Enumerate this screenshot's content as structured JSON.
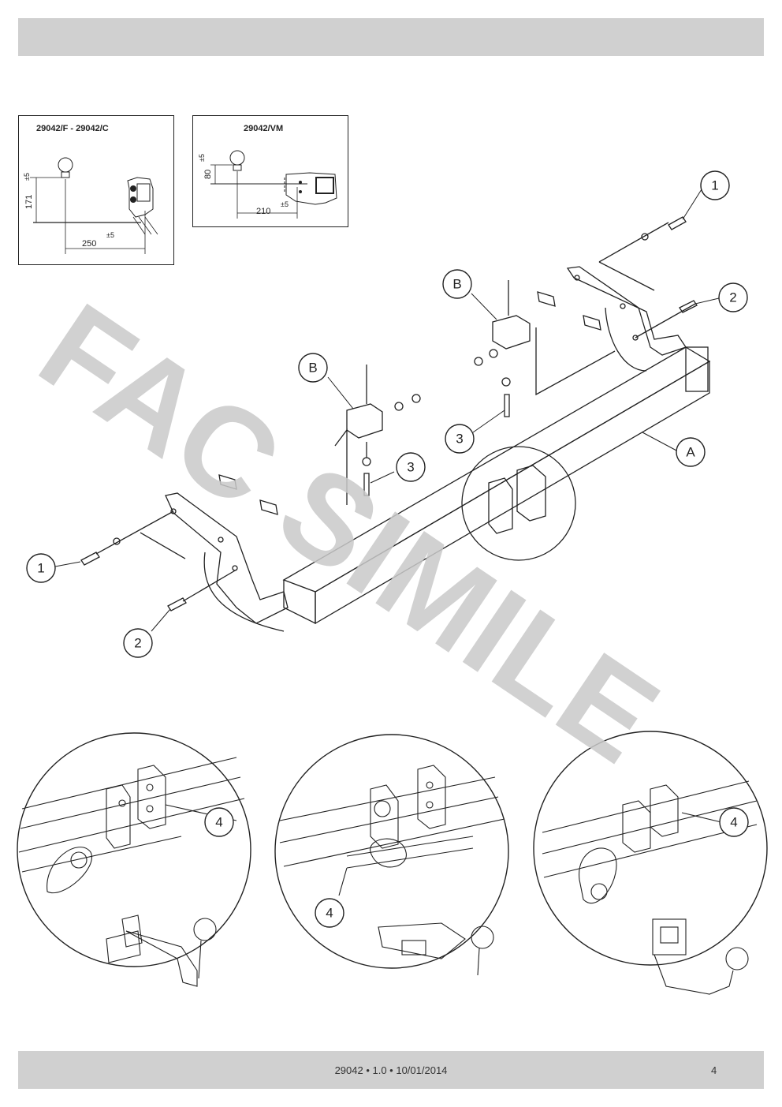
{
  "header": {},
  "diagram_a": {
    "title": "29042/F - 29042/C",
    "dim_height": "171",
    "dim_height_tol": "±5",
    "dim_length": "250",
    "dim_length_tol": "±5"
  },
  "diagram_b": {
    "title": "29042/VM",
    "dim_height": "80",
    "dim_height_tol": "±5",
    "dim_length": "210",
    "dim_length_tol": "±5"
  },
  "callouts": {
    "one": "1",
    "two": "2",
    "three": "3",
    "four": "4",
    "part_a": "A",
    "part_b": "B"
  },
  "watermark": "FAC SIMILE",
  "footer": {
    "doc_ref": "29042 • 1.0 • 10/01/2014",
    "page_number": "4"
  }
}
